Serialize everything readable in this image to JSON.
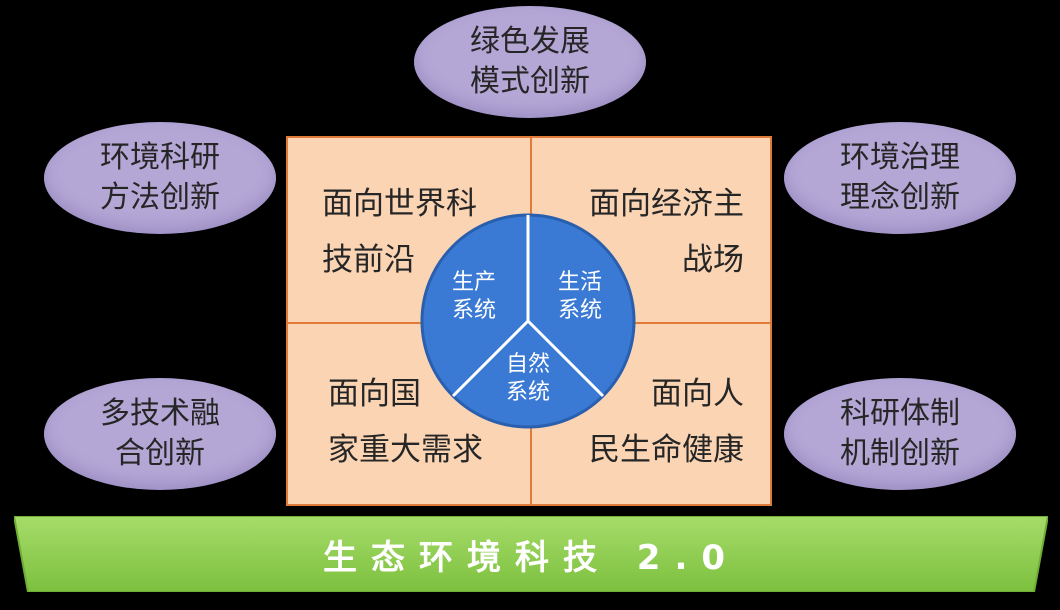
{
  "ovals": {
    "top": [
      "绿色发展",
      "模式创新"
    ],
    "upper_left": [
      "环境科研",
      "方法创新"
    ],
    "upper_right": [
      "环境治理",
      "理念创新"
    ],
    "lower_left": [
      "多技术融",
      "合创新"
    ],
    "lower_right": [
      "科研体制",
      "机制创新"
    ]
  },
  "quadrants": {
    "top_left": [
      "面向世界科",
      "技前沿"
    ],
    "top_right": [
      "面向经济主",
      "战场"
    ],
    "bottom_left": [
      "面向国",
      "家重大需求"
    ],
    "bottom_right": [
      "面向人",
      "民生命健康"
    ]
  },
  "wheel": {
    "production": [
      "生产",
      "系统"
    ],
    "living": [
      "生活",
      "系统"
    ],
    "nature": [
      "自然",
      "系统"
    ]
  },
  "banner": {
    "text": "生态环境科技 2.0"
  },
  "colors": {
    "oval_fill": "#b4a7d6",
    "grid_fill": "#fbd4b4",
    "grid_line": "#e07b39",
    "wheel_fill": "#3a7ad4",
    "banner_fill": "#8dcf4e"
  }
}
